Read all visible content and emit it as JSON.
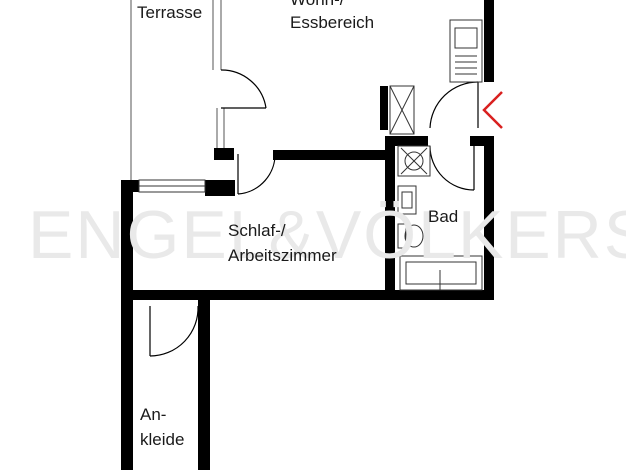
{
  "rooms": {
    "terrasse": "Terrasse",
    "wohn_line1": "Wohn-/",
    "wohn_line2": "Essbereich",
    "schlaf_line1": "Schlaf-/",
    "schlaf_line2": "Arbeitszimmer",
    "bad": "Bad",
    "ankleide_line1": "An-",
    "ankleide_line2": "kleide"
  },
  "watermark": "ENGEL&VÖLKERS",
  "colors": {
    "wall": "#000000",
    "entrance_marker": "#d9201f",
    "watermark": "#e9e9e9"
  },
  "icons": [
    "entrance-arrow-icon",
    "kitchen-sink-icon",
    "shower-icon",
    "washbasin-icon",
    "toilet-icon",
    "bathtub-icon"
  ]
}
